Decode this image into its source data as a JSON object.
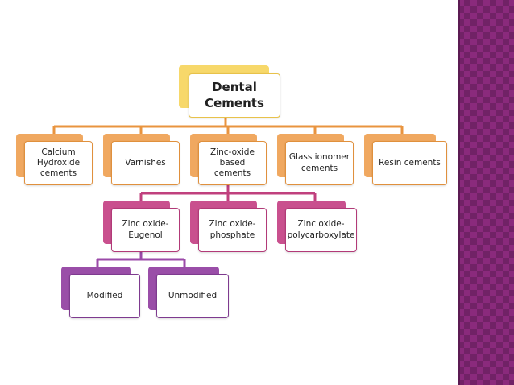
{
  "diagram": {
    "root": {
      "label": "Dental\nCements"
    },
    "level1": [
      {
        "label": "Calcium\nHydroxide\ncements"
      },
      {
        "label": "Varnishes"
      },
      {
        "label": "Zinc-oxide\nbased cements"
      },
      {
        "label": "Glass ionomer\ncements"
      },
      {
        "label": "Resin cements"
      }
    ],
    "level2": [
      {
        "label": "Zinc oxide-\nEugenol"
      },
      {
        "label": "Zinc oxide-\nphosphate"
      },
      {
        "label": "Zinc oxide-\npolycarboxylate"
      }
    ],
    "level3": [
      {
        "label": "Modified"
      },
      {
        "label": "Unmodified"
      }
    ]
  },
  "colors": {
    "root_fill": "#f7d86a",
    "root_border": "#e8c24a",
    "level1_fill": "#f0a860",
    "level1_border": "#e0903d",
    "level2_fill": "#c9508e",
    "level2_border": "#b23a78",
    "level3_fill": "#9a4ea8",
    "level3_border": "#7e3a8f",
    "connector_root": "#e9943f",
    "connector_level2": "#c0407e",
    "connector_level3": "#9b4aa8",
    "side_panel": "#8a2a7c"
  }
}
